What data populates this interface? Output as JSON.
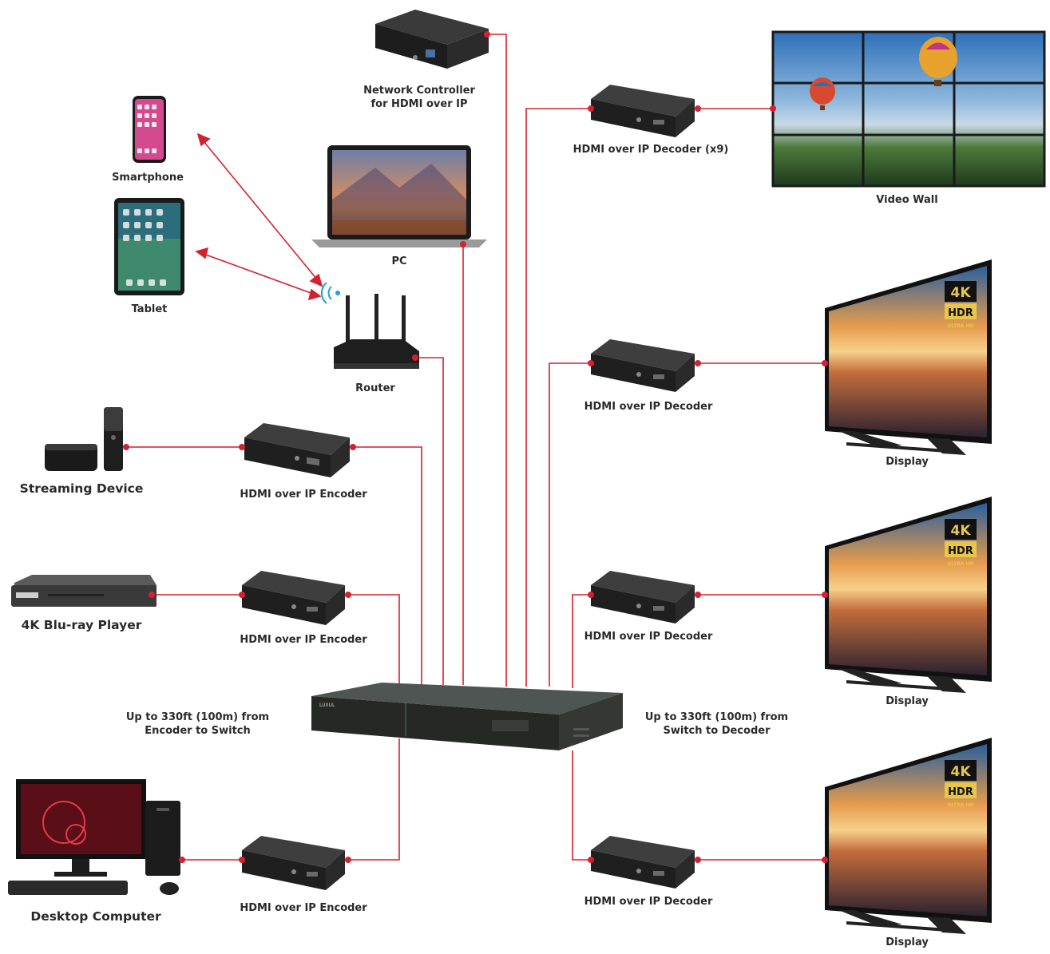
{
  "colors": {
    "link": "#d6202f",
    "device": "#2b2b2b",
    "background": "#ffffff"
  },
  "labels": {
    "network_controller": "Network Controller\nfor HDMI over IP",
    "smartphone": "Smartphone",
    "tablet": "Tablet",
    "pc": "PC",
    "router": "Router",
    "streaming_device": "Streaming Device",
    "bluray": "4K Blu-ray Player",
    "desktop": "Desktop Computer",
    "encoder_1": "HDMI over IP Encoder",
    "encoder_2": "HDMI over IP Encoder",
    "encoder_3": "HDMI over IP Encoder",
    "decoder_wall": "HDMI over IP Decoder (x9)",
    "decoder_1": "HDMI over IP Decoder",
    "decoder_2": "HDMI over IP Decoder",
    "decoder_3": "HDMI over IP Decoder",
    "video_wall": "Video Wall",
    "display_1": "Display",
    "display_2": "Display",
    "display_3": "Display",
    "note_left": "Up to 330ft (100m) from\nEncoder to Switch",
    "note_right": "Up to 330ft (100m) from\nSwitch to Decoder",
    "switch_brand": "LUXUL",
    "tv_badge_4k": "4K",
    "tv_badge_hdr": "HDR",
    "tv_badge_uhd": "ULTRA HD"
  }
}
